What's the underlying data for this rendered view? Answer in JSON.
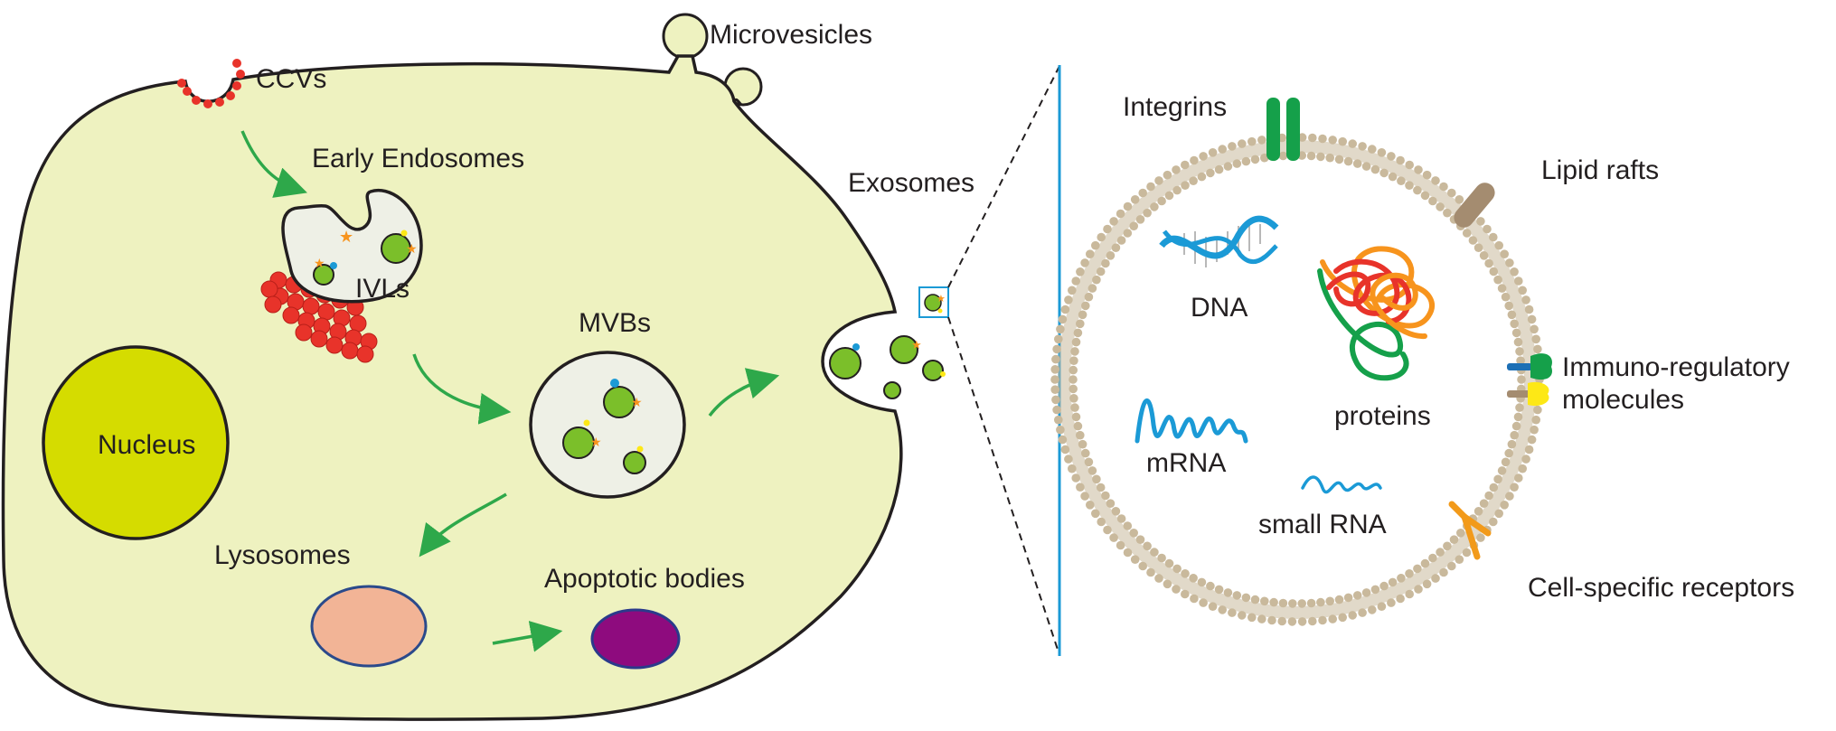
{
  "labels": {
    "ccvs": "CCVs",
    "microvesicles": "Microvesicles",
    "early_endosomes": "Early Endosomes",
    "ivls": "IVLs",
    "exosomes": "Exosomes",
    "mvbs": "MVBs",
    "nucleus": "Nucleus",
    "lysosomes": "Lysosomes",
    "apoptotic_bodies": "Apoptotic bodies",
    "integrins": "Integrins",
    "lipid_rafts": "Lipid rafts",
    "dna": "DNA",
    "proteins": "proteins",
    "mrna": "mRNA",
    "small_rna": "small RNA",
    "immuno_line1": "Immuno-regulatory",
    "immuno_line2": "molecules",
    "cell_specific_receptors": "Cell-specific receptors"
  },
  "colors": {
    "cytoplasm": "#eef2c0",
    "outline": "#231f20",
    "clathrin": "#e8332a",
    "arrow": "#2ea84a",
    "vesicle": "#7bbf2a",
    "endosome_fill": "#eef0e6",
    "nucleus": "#d5dc00",
    "lysosome": "#f2b496",
    "lysosome_edge": "#2b4a8b",
    "apoptotic": "#8e0b7e",
    "apoptotic_edge": "#2b3a8b",
    "frame": "#1b9ad6",
    "membrane": "#c9b99c",
    "integrin": "#15a04a",
    "lipid_raft": "#a48c70",
    "dna": "#1b9ad6",
    "immuno_green": "#15a04a",
    "immuno_yellow": "#fde816",
    "immuno_blue": "#1c6fb5",
    "receptor": "#f29a1a",
    "protein_red": "#e8332a",
    "protein_orange": "#f7941d",
    "protein_green": "#15a04a"
  },
  "icons": [
    "dna-helix-icon",
    "mrna-wave-icon",
    "small-rna-wave-icon",
    "protein-tangle-icon",
    "integrin-icon",
    "lipid-raft-icon",
    "immuno-molecule-icon",
    "receptor-icon"
  ]
}
